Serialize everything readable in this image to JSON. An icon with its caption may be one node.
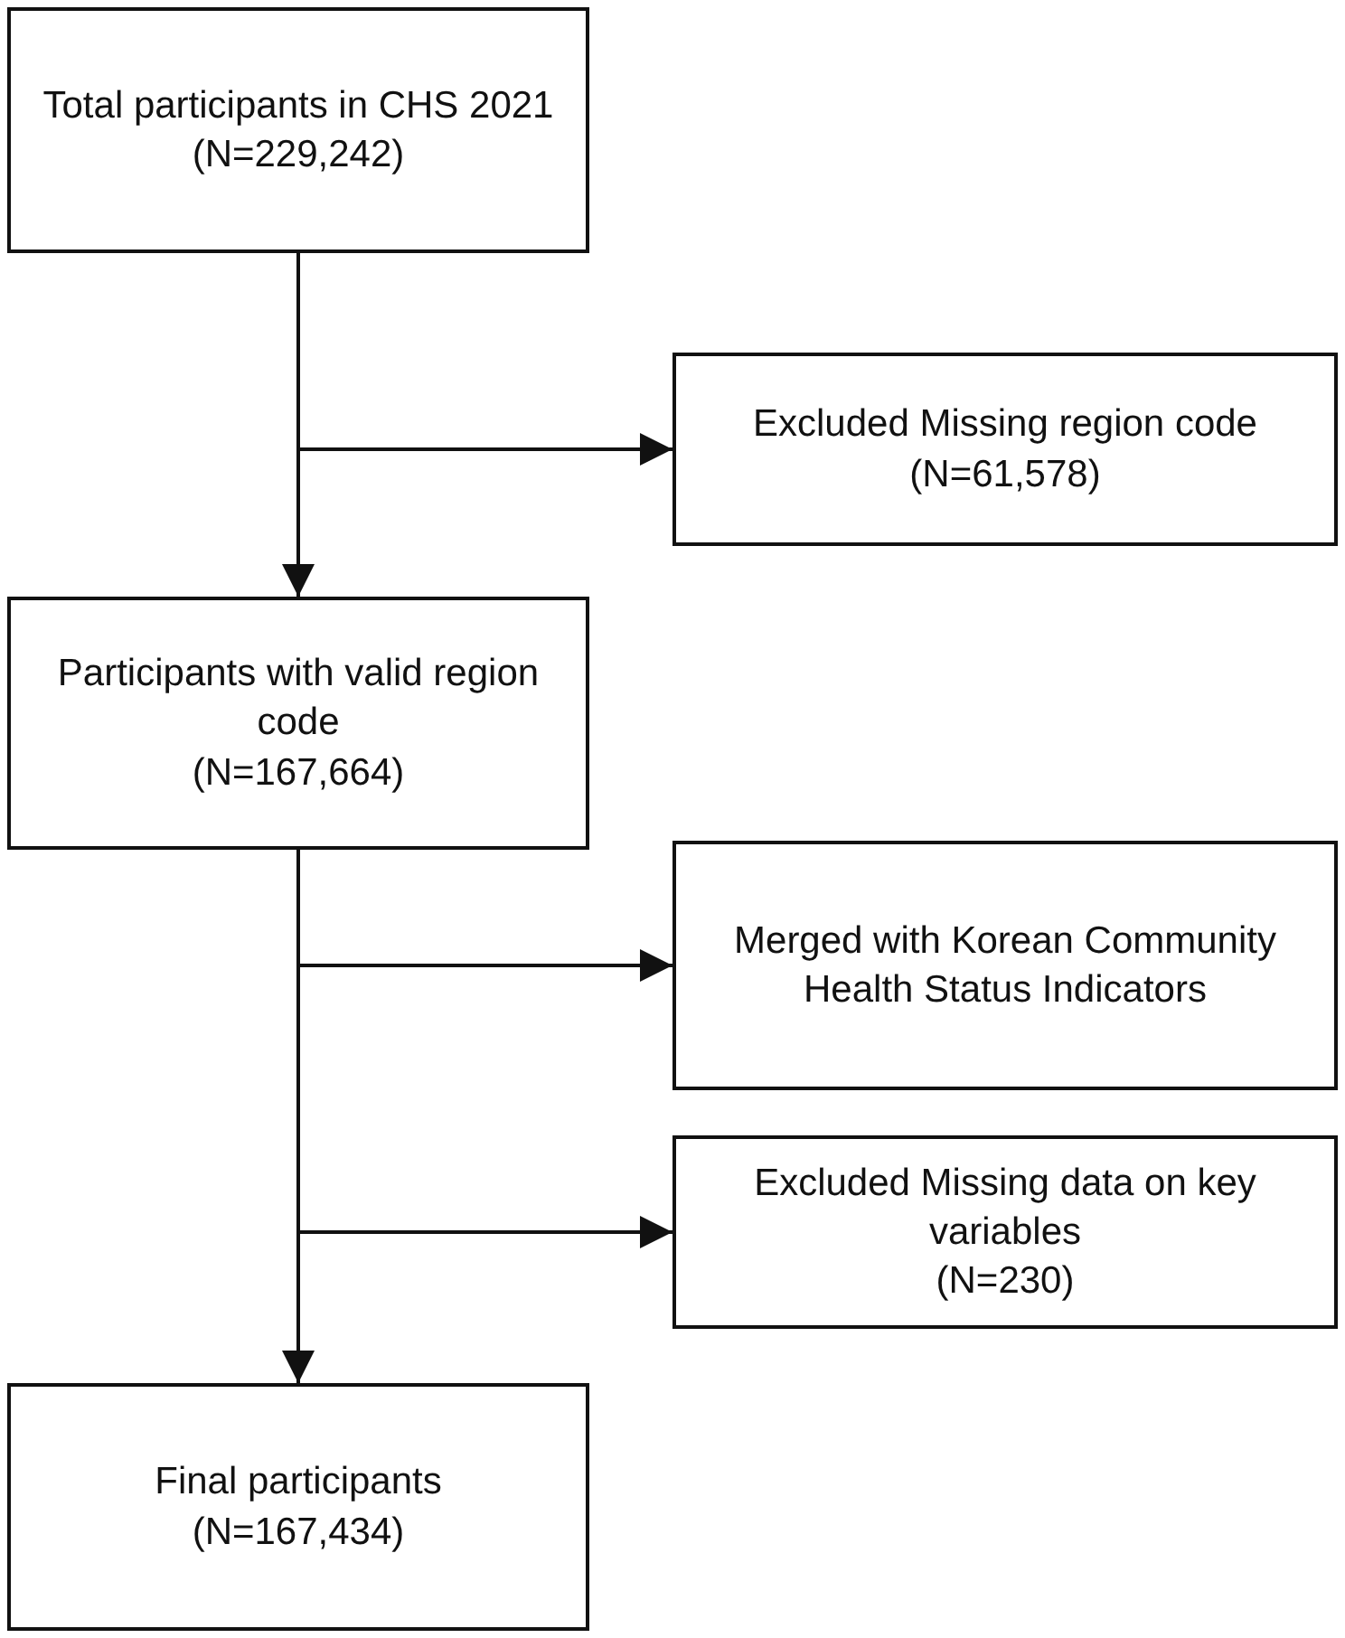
{
  "diagram": {
    "nodes": [
      {
        "text": [
          "Total participants in CHS 2021",
          "(N=229,242)"
        ]
      },
      {
        "text": [
          "Excluded Missing region code",
          "(N=61,578)"
        ]
      },
      {
        "text": [
          "Participants with valid region code",
          "(N=167,664)"
        ]
      },
      {
        "text": [
          "Merged with Korean Community Health Status Indicators"
        ]
      },
      {
        "text": [
          "Excluded Missing data on key variables",
          "(N=230)"
        ]
      },
      {
        "text": [
          "Final participants",
          "(N=167,434)"
        ]
      }
    ],
    "edges": [
      {
        "from": 0,
        "to": 2,
        "arrow": "to"
      },
      {
        "from": 0,
        "to": 1,
        "arrow": "to"
      },
      {
        "from": 2,
        "to": 5,
        "arrow": "to"
      },
      {
        "from": 2,
        "to": 3,
        "arrow": "to"
      },
      {
        "from": 2,
        "to": 4,
        "arrow": "to"
      }
    ]
  }
}
